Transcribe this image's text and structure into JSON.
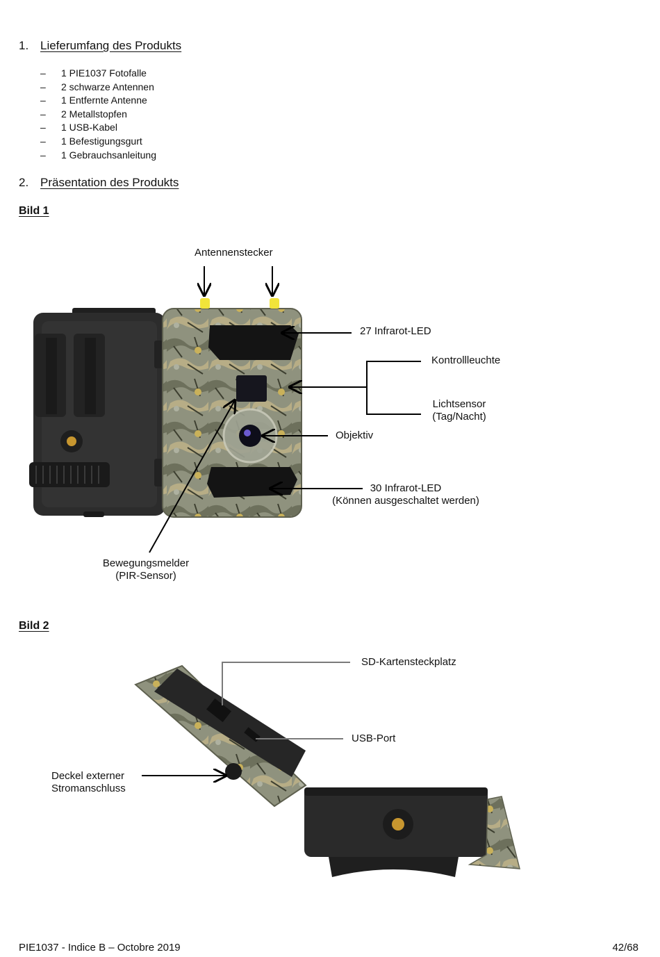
{
  "section1": {
    "number": "1.",
    "title": "Lieferumfang des Produkts"
  },
  "items": [
    {
      "dash": "–",
      "text": "1 PIE1037 Fotofalle"
    },
    {
      "dash": "–",
      "text": "2 schwarze Antennen"
    },
    {
      "dash": "–",
      "text": "1 Entfernte Antenne"
    },
    {
      "dash": "–",
      "text": "2 Metallstopfen"
    },
    {
      "dash": "–",
      "text": "1 USB-Kabel"
    },
    {
      "dash": "–",
      "text": "1 Befestigungsgurt"
    },
    {
      "dash": "–",
      "text": "1 Gebrauchsanleitung"
    }
  ],
  "section2": {
    "number": "2.",
    "title": "Präsentation des Produkts"
  },
  "bild1": {
    "title": "Bild 1",
    "labels": {
      "antenna": "Antennenstecker",
      "ir27": "27 Infrarot-LED",
      "control_light": "Kontrollleuchte",
      "light_sensor_1": "Lichtsensor",
      "light_sensor_2": "(Tag/Nacht)",
      "lens": "Objektiv",
      "ir30_1": "30 Infrarot-LED",
      "ir30_2": "(Können ausgeschaltet werden)",
      "pir_1": "Bewegungsmelder",
      "pir_2": "(PIR-Sensor)"
    }
  },
  "bild2": {
    "title": "Bild 2",
    "labels": {
      "sd": "SD-Kartensteckplatz",
      "usb": "USB-Port",
      "power_1": "Deckel externer",
      "power_2": "Stromanschluss"
    }
  },
  "footer": {
    "left": "PIE1037 - Indice B – Octobre 2019",
    "right": "42/68"
  },
  "colors": {
    "camo": "#8c8f7a",
    "housing": "#2a2a2a",
    "antenna_plug": "#f1e43a"
  }
}
